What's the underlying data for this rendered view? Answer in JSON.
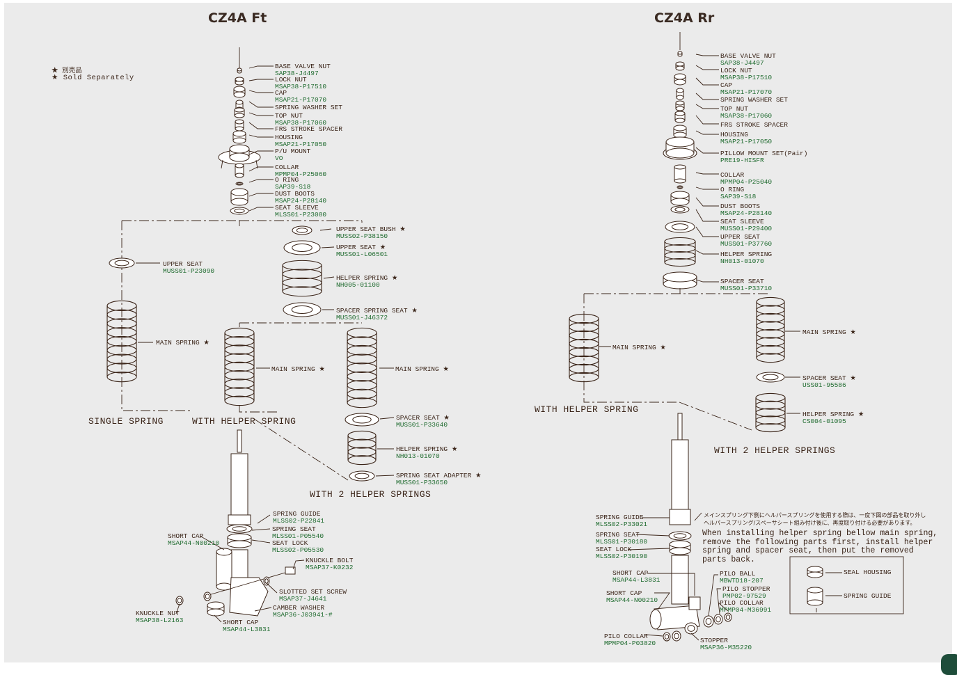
{
  "titles": {
    "front": "CZ4A Ft",
    "rear": "CZ4A Rr"
  },
  "legend": {
    "jp": "★ 別売品",
    "en": "★ Sold Separately"
  },
  "front": {
    "parts": [
      {
        "name": "BASE VALVE NUT",
        "pn": "SAP38-J4497"
      },
      {
        "name": "LOCK NUT",
        "pn": "MSAP38-P17510"
      },
      {
        "name": "CAP",
        "pn": "MSAP21-P17070"
      },
      {
        "name": "SPRING WASHER SET",
        "pn": ""
      },
      {
        "name": "TOP NUT",
        "pn": "MSAP38-P17060"
      },
      {
        "name": "FRS STROKE SPACER",
        "pn": ""
      },
      {
        "name": "HOUSING",
        "pn": "MSAP21-P17050"
      },
      {
        "name": "P/U MOUNT",
        "pn": "VO"
      },
      {
        "name": "COLLAR",
        "pn": "MPMP04-P25060"
      },
      {
        "name": "O RING",
        "pn": "SAP39-S18"
      },
      {
        "name": "DUST BOOTS",
        "pn": "MSAP24-P28140"
      },
      {
        "name": "SEAT SLEEVE",
        "pn": "MLSS01-P23080"
      },
      {
        "name": "UPPER SEAT BUSH ★",
        "pn": "MUSS02-P38150"
      },
      {
        "name": "UPPER SEAT ★",
        "pn": "MUSS01-L06501"
      },
      {
        "name": "HELPER SPRING ★",
        "pn": "NH005-01100"
      },
      {
        "name": "SPACER SPRING SEAT ★",
        "pn": "MUSS01-J46372"
      },
      {
        "name": "UPPER SEAT",
        "pn": "MUSS01-P23090"
      },
      {
        "name": "MAIN SPRING ★",
        "pn": ""
      },
      {
        "name": "MAIN SPRING ★",
        "pn": ""
      },
      {
        "name": "MAIN SPRING ★",
        "pn": ""
      },
      {
        "name": "SPACER SEAT ★",
        "pn": "MUSS01-P33640"
      },
      {
        "name": "HELPER SPRING ★",
        "pn": "NH013-01070"
      },
      {
        "name": "SPRING SEAT ADAPTER ★",
        "pn": "MUSS01-P33650"
      },
      {
        "name": "SPRING GUIDE",
        "pn": "MLSS02-P22841"
      },
      {
        "name": "SPRING SEAT",
        "pn": "MLSS01-P05540"
      },
      {
        "name": "SEAT LOCK",
        "pn": "MLSS02-P05530"
      },
      {
        "name": "SHORT CAP",
        "pn": "MSAP44-N00210"
      },
      {
        "name": "KNUCKLE BOLT",
        "pn": "MSAP37-K0232"
      },
      {
        "name": "SLOTTED SET SCREW",
        "pn": "MSAP37-J4641"
      },
      {
        "name": "CAMBER WASHER",
        "pn": "MSAP36-J03941-#"
      },
      {
        "name": "KNUCKLE NUT",
        "pn": "MSAP38-L2163"
      },
      {
        "name": "SHORT CAP",
        "pn": "MSAP44-L3831"
      }
    ],
    "configs": {
      "single": "SINGLE SPRING",
      "helper": "WITH HELPER SPRING",
      "two": "WITH 2 HELPER SPRINGS"
    }
  },
  "rear": {
    "parts": [
      {
        "name": "BASE VALVE NUT",
        "pn": "SAP38-J4497"
      },
      {
        "name": "LOCK NUT",
        "pn": "MSAP38-P17510"
      },
      {
        "name": "CAP",
        "pn": "MSAP21-P17070"
      },
      {
        "name": "SPRING WASHER SET",
        "pn": ""
      },
      {
        "name": "TOP NUT",
        "pn": "MSAP38-P17060"
      },
      {
        "name": "FRS STROKE SPACER",
        "pn": ""
      },
      {
        "name": "HOUSING",
        "pn": "MSAP21-P17050"
      },
      {
        "name": "PILLOW MOUNT SET(Pair)",
        "pn": "PRE19-HISFR"
      },
      {
        "name": "COLLAR",
        "pn": "MPMP04-P25040"
      },
      {
        "name": "O RING",
        "pn": "SAP39-S18"
      },
      {
        "name": "DUST BOOTS",
        "pn": "MSAP24-P28140"
      },
      {
        "name": "SEAT SLEEVE",
        "pn": "MUSS01-P29400"
      },
      {
        "name": "UPPER SEAT",
        "pn": "MUSS01-P37760"
      },
      {
        "name": "HELPER SPRING",
        "pn": "NH013-01070"
      },
      {
        "name": "SPACER SEAT",
        "pn": "MUSS01-P33710"
      },
      {
        "name": "MAIN SPRING ★",
        "pn": ""
      },
      {
        "name": "MAIN SPRING ★",
        "pn": ""
      },
      {
        "name": "SPACER SEAT ★",
        "pn": "USS01-95586"
      },
      {
        "name": "HELPER SPRING ★",
        "pn": "CS004-01095"
      },
      {
        "name": "SPRING GUIDE",
        "pn": "MLSS02-P33021"
      },
      {
        "name": "SPRING SEAT",
        "pn": "MLSS01-P30180"
      },
      {
        "name": "SEAT LOCK",
        "pn": "MLSS02-P30190"
      },
      {
        "name": "SHORT CAP",
        "pn": "MSAP44-L3831"
      },
      {
        "name": "SHORT CAP",
        "pn": "MSAP44-N00210"
      },
      {
        "name": "PILO BALL",
        "pn": "MBWTD18-207"
      },
      {
        "name": "PILO STOPPER",
        "pn": "PMP02-97529"
      },
      {
        "name": "PILO COLLAR",
        "pn": "MPMP04-M36991"
      },
      {
        "name": "PILO COLLAR",
        "pn": "MPMP04-P03820"
      },
      {
        "name": "STOPPER",
        "pn": "MSAP36-M35220"
      },
      {
        "name": "SEAL HOUSING",
        "pn": ""
      },
      {
        "name": "SPRING GUIDE",
        "pn": ""
      }
    ],
    "configs": {
      "helper": "WITH HELPER SPRING",
      "two": "WITH 2 HELPER SPRINGS"
    },
    "note_jp": [
      "メインスプリング下側にヘルパースプリングを使用する際は、一度下図の部品を取り外し",
      "ヘルパースプリング/スペーサシート組み付け後に、再度取り付ける必要があります。"
    ],
    "note_en": [
      "When installing helper spring bellow main spring,",
      "remove the following parts first, install helper",
      "spring and spacer seat, then put the removed",
      "parts back."
    ]
  }
}
